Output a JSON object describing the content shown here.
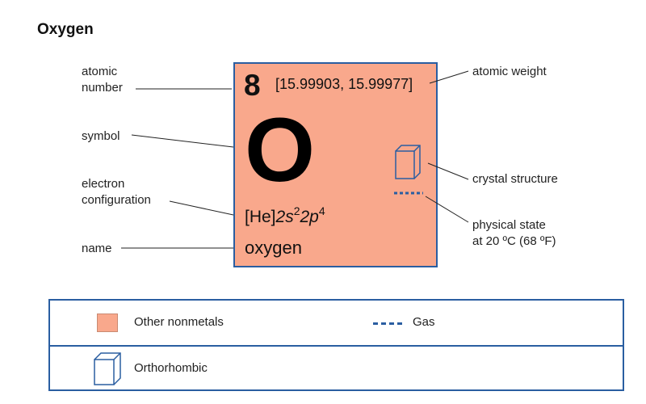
{
  "title": "Oxygen",
  "element": {
    "atomic_number": "8",
    "atomic_weight": "[15.99903, 15.99977]",
    "symbol": "O",
    "config_prefix": "[He]",
    "config_orb1": "2s",
    "config_sup1": "2",
    "config_orb2": "2p",
    "config_sup2": "4",
    "name": "oxygen"
  },
  "callouts": {
    "atomic_number": [
      "atomic",
      "number"
    ],
    "symbol": "symbol",
    "electron_configuration": [
      "electron",
      "configuration"
    ],
    "name": "name",
    "atomic_weight": "atomic weight",
    "crystal_structure": "crystal structure",
    "physical_state": [
      "physical state",
      "at 20 ºC (68 ºF)"
    ]
  },
  "legend": {
    "category": "Other nonmetals",
    "state": "Gas",
    "crystal": "Orthorhombic"
  },
  "colors": {
    "category_fill": "#f9a88c",
    "accent_blue": "#2a5ea1",
    "leader_line": "#222222"
  },
  "icons": {
    "crystal_structure": "orthorhombic-crystal-icon",
    "physical_state": "gas-dashed-line-icon"
  }
}
